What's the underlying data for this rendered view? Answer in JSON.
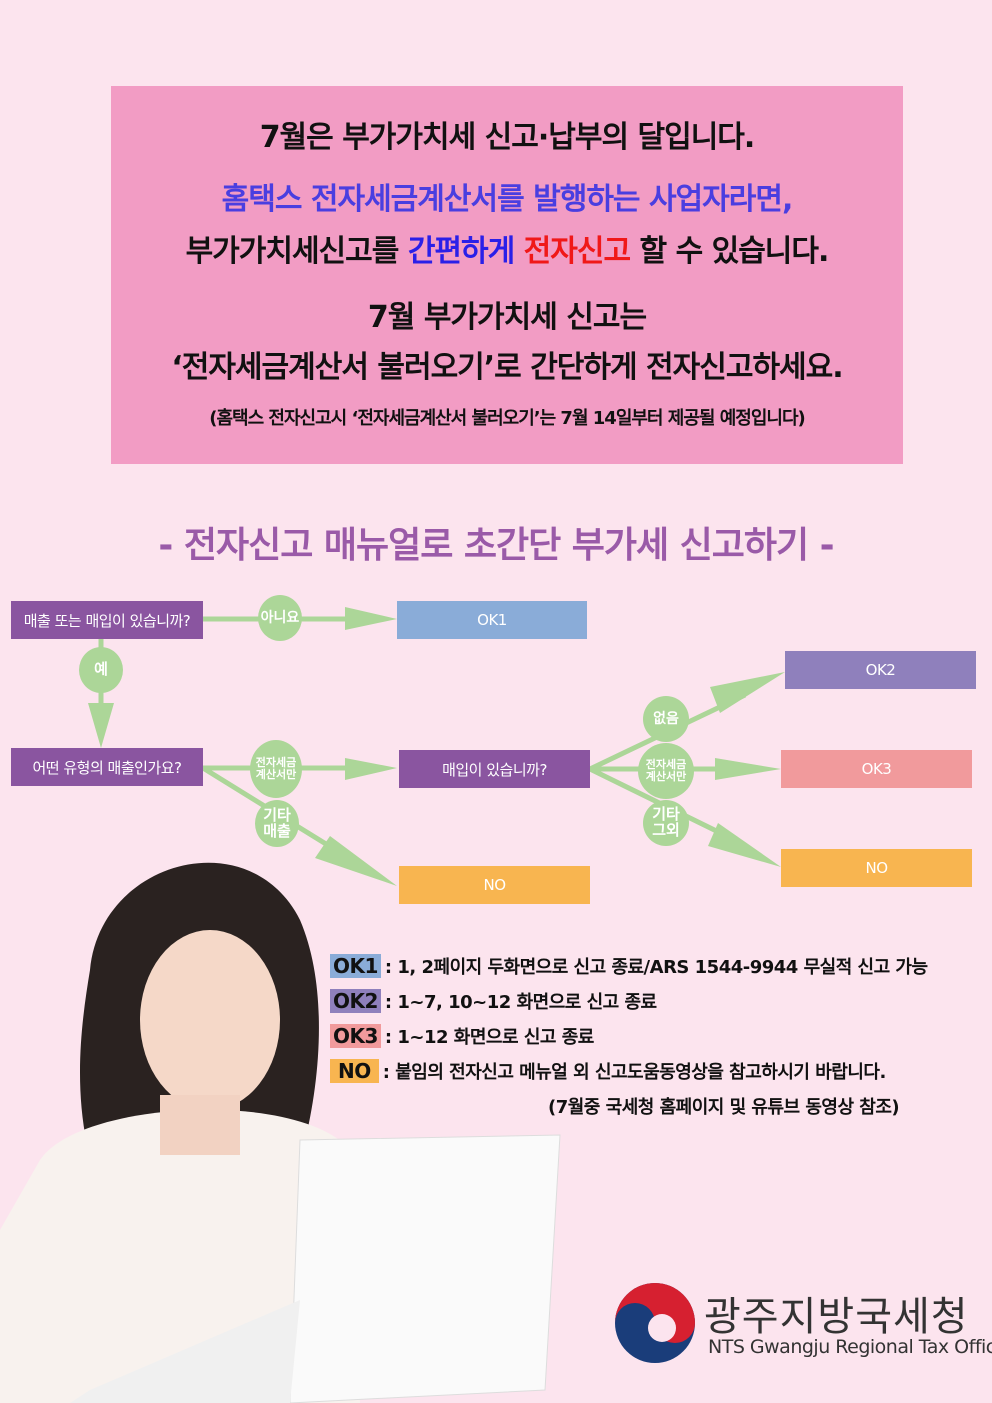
{
  "notice": {
    "line1": "7월은 부가가치세 신고·납부의 달입니다.",
    "line2": "홈택스 전자세금계산서를 발행하는 사업자라면,",
    "line3_a": "부가가치세신고를 ",
    "line3_b": "간편하게",
    "line3_c": "전자신고",
    "line3_d": " 할 수 있습니다.",
    "line4": "7월 부가가치세 신고는",
    "line5": "‘전자세금계산서 불러오기’로 간단하게 전자신고하세요.",
    "line6": "(홈택스 전자신고시 ‘전자세금계산서 불러오기’는 7월 14일부터 제공될 예정입니다)"
  },
  "heading": "- 전자신고 매뉴얼로 초간단 부가세 신고하기 -",
  "flow": {
    "q1": "매출 또는 매입이 있습니까?",
    "q2": "어떤 유형의 매출인가요?",
    "q3": "매입이 있습니까?",
    "no_label": "아니요",
    "yes_label": "예",
    "etax_label_1": "전자세금",
    "etax_label_2": "계산서만",
    "other_sales_1": "기타",
    "other_sales_2": "매출",
    "none_label": "없음",
    "other_1": "기타",
    "other_2": "그외",
    "ok1": "OK1",
    "ok2": "OK2",
    "ok3": "OK3",
    "no": "NO"
  },
  "colors": {
    "ok1": "#8aacd8",
    "ok2": "#8f80bc",
    "ok3": "#f19a9c",
    "no": "#f8b550",
    "question": "#8a55a0",
    "arrow": "#acd698"
  },
  "legend": [
    {
      "tag": "OK1",
      "text": ": 1, 2페이지 두화면으로 신고 종료/ARS 1544-9944 무실적 신고 가능"
    },
    {
      "tag": "OK2",
      "text": ": 1~7, 10~12 화면으로 신고 종료"
    },
    {
      "tag": "OK3",
      "text": ": 1~12 화면으로 신고 종료"
    },
    {
      "tag": "NO",
      "text": ": 붙임의 전자신고 메뉴얼 외 신고도움동영상을 참고하시기 바랍니다."
    }
  ],
  "legend_note": "(7월중 국세청 홈페이지 및 유튜브 동영상 참조)",
  "logo": {
    "korean": "광주지방국세청",
    "english": "NTS Gwangju Regional Tax Office"
  }
}
